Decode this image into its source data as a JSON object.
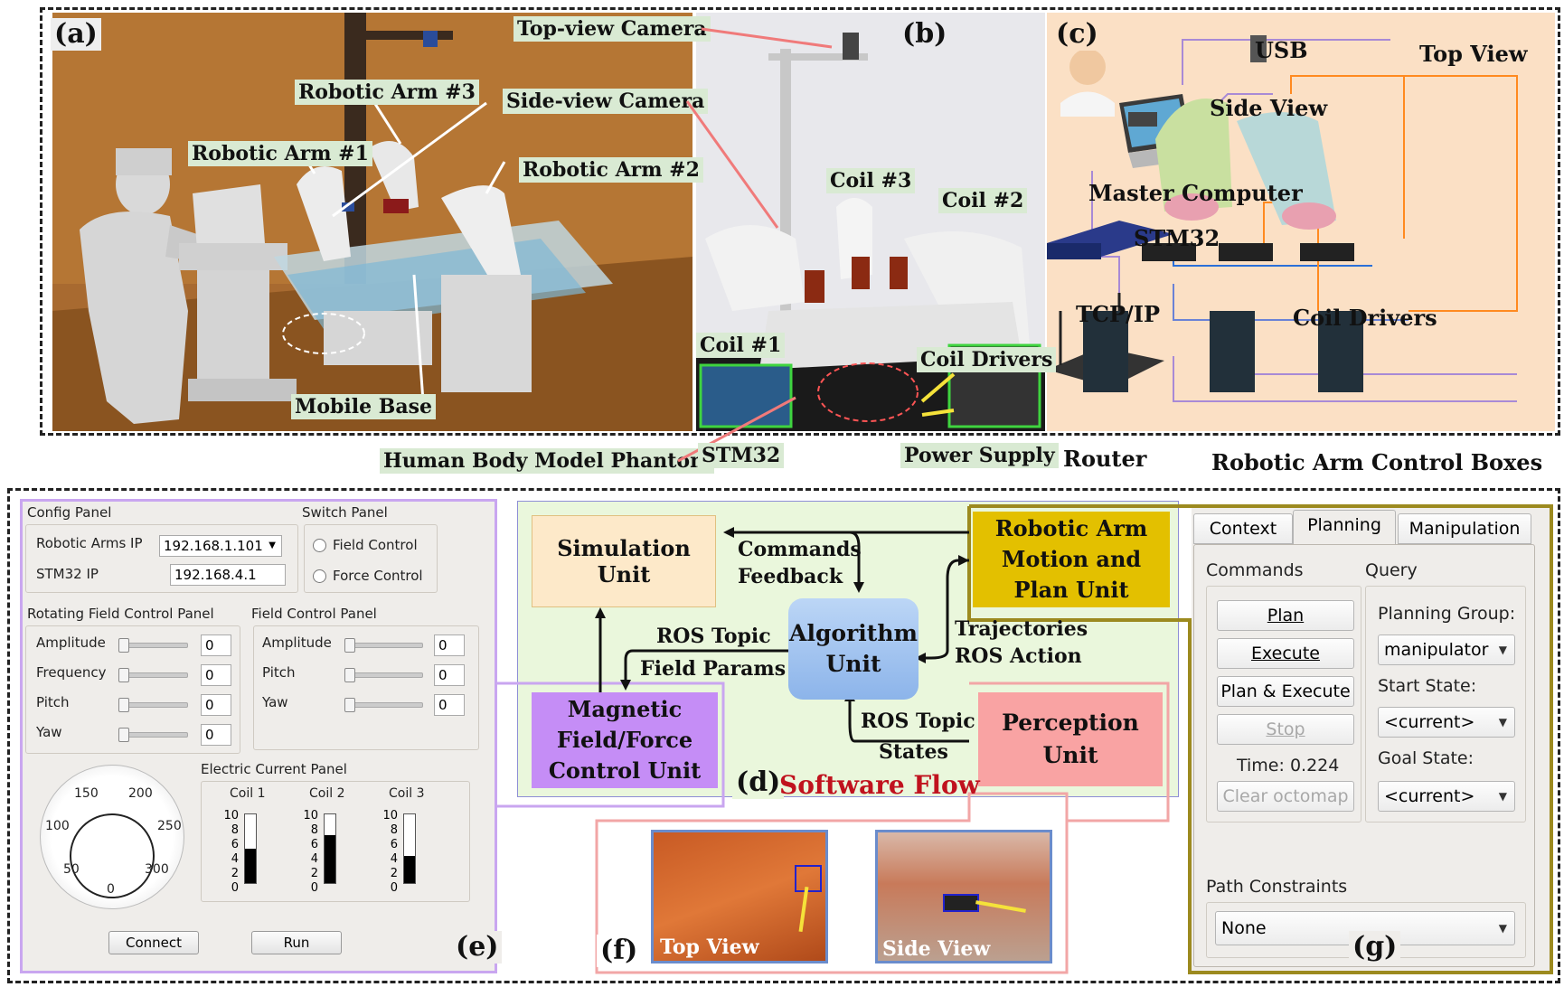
{
  "panel_labels": {
    "a": "(a)",
    "b": "(b)",
    "c": "(c)",
    "d": "(d)",
    "e": "(e)",
    "f": "(f)",
    "g": "(g)"
  },
  "panel_a": {
    "top_camera": "Top-view Camera",
    "arm3": "Robotic Arm #3",
    "side_camera": "Side-view Camera",
    "arm1": "Robotic Arm #1",
    "arm2": "Robotic Arm #2",
    "mobile_base": "Mobile Base",
    "phantom": "Human Body Model Phantom"
  },
  "panel_b": {
    "coil3": "Coil #3",
    "coil2": "Coil #2",
    "coil1": "Coil #1",
    "coil_drivers": "Coil Drivers",
    "stm32": "STM32",
    "power_supply": "Power Supply"
  },
  "panel_c": {
    "usb": "USB",
    "top_view": "Top View",
    "side_view": "Side View",
    "master_computer": "Master Computer",
    "stm32": "STM32",
    "tcpip": "TCP/IP",
    "coil_drivers": "Coil Drivers",
    "router": "Router",
    "control_boxes": "Robotic Arm Control Boxes"
  },
  "panel_d": {
    "simulation": "Simulation Unit",
    "commands": "Commands",
    "feedback": "Feedback",
    "motion_plan": [
      "Robotic Arm",
      "Motion and",
      "Plan Unit"
    ],
    "algorithm": [
      "Algorithm",
      "Unit"
    ],
    "ros_topic": "ROS Topic",
    "field_params": "Field Params",
    "trajectories": "Trajectories",
    "ros_action": "ROS Action",
    "magnetic": [
      "Magnetic",
      "Field/Force",
      "Control Unit"
    ],
    "ros_topic2": "ROS Topic",
    "states": "States",
    "perception": [
      "Perception",
      "Unit"
    ],
    "software_flow": "Software Flow"
  },
  "panel_e": {
    "config_panel": "Config Panel",
    "switch_panel": "Switch Panel",
    "robot_ip_label": "Robotic Arms IP",
    "robot_ip": "192.168.1.101",
    "stm_ip_label": "STM32 IP",
    "stm_ip": "192.168.4.1",
    "field_control": "Field Control",
    "force_control": "Force Control",
    "rot_panel": "Rotating Field Control Panel",
    "field_panel": "Field Control Panel",
    "rot_rows": [
      {
        "label": "Amplitude",
        "value": "0"
      },
      {
        "label": "Frequency",
        "value": "0"
      },
      {
        "label": "Pitch",
        "value": "0"
      },
      {
        "label": "Yaw",
        "value": "0"
      }
    ],
    "field_rows": [
      {
        "label": "Amplitude",
        "value": "0"
      },
      {
        "label": "Pitch",
        "value": "0"
      },
      {
        "label": "Yaw",
        "value": "0"
      }
    ],
    "current_panel": "Electric Current Panel",
    "coils": [
      {
        "name": "Coil 1",
        "level": 5
      },
      {
        "name": "Coil 2",
        "level": 7
      },
      {
        "name": "Coil 3",
        "level": 4
      }
    ],
    "scale": [
      "10",
      "8",
      "6",
      "4",
      "2",
      "0"
    ],
    "dial": [
      "150",
      "200",
      "100",
      "250",
      "50",
      "300",
      "0"
    ],
    "connect": "Connect",
    "run": "Run"
  },
  "panel_f": {
    "top_view": "Top View",
    "side_view": "Side View"
  },
  "panel_g": {
    "tabs": [
      "Context",
      "Planning",
      "Manipulation"
    ],
    "commands": "Commands",
    "query": "Query",
    "plan": "Plan",
    "execute": "Execute",
    "plan_execute": "Plan & Execute",
    "stop": "Stop",
    "time": "Time: 0.224",
    "clear": "Clear octomap",
    "planning_group_label": "Planning Group:",
    "planning_group": "manipulator",
    "start_state_label": "Start State:",
    "start_state": "<current>",
    "goal_state_label": "Goal State:",
    "goal_state": "<current>",
    "path_constraints": "Path Constraints",
    "path_value": "None"
  },
  "colors": {
    "purple_border": "#c9a6f0",
    "pink_border": "#f2a6a6",
    "olive_border": "#9c8a1f",
    "sim_fill": "#fde9c9",
    "motion_fill": "#e3c000",
    "magnetic_fill": "#c58df6",
    "perception_fill": "#f9a3a3",
    "algo_fill": "#a9c8f2",
    "flow_bg": "#eaf7dc"
  }
}
